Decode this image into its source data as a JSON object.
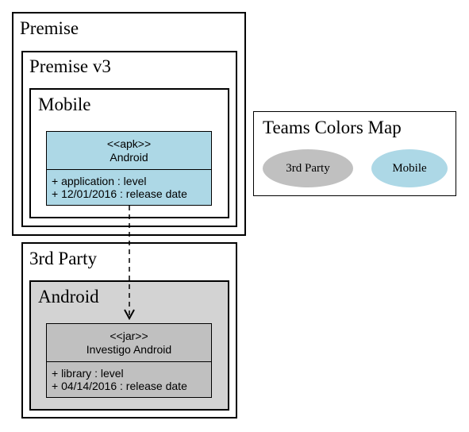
{
  "premise": {
    "title": "Premise"
  },
  "premise_v3": {
    "title": "Premise v3"
  },
  "mobile": {
    "title": "Mobile",
    "component": {
      "stereotype": "<<apk>>",
      "name": "Android",
      "attributes": [
        "+ application : level",
        "+ 12/01/2016 : release date"
      ]
    }
  },
  "third_party": {
    "title": "3rd Party"
  },
  "android_pkg": {
    "title": "Android",
    "component": {
      "stereotype": "<<jar>>",
      "name": "Investigo Android",
      "attributes": [
        "+ library : level",
        "+ 04/14/2016 : release date"
      ]
    }
  },
  "legend": {
    "title": "Teams Colors Map",
    "items": [
      {
        "label": "3rd Party",
        "color": "#c0c0c0"
      },
      {
        "label": "Mobile",
        "color": "#add8e6"
      }
    ]
  },
  "colors": {
    "mobile_fill": "#add8e6",
    "third_party_fill": "#c0c0c0",
    "android_pkg_fill": "#d3d3d3"
  }
}
